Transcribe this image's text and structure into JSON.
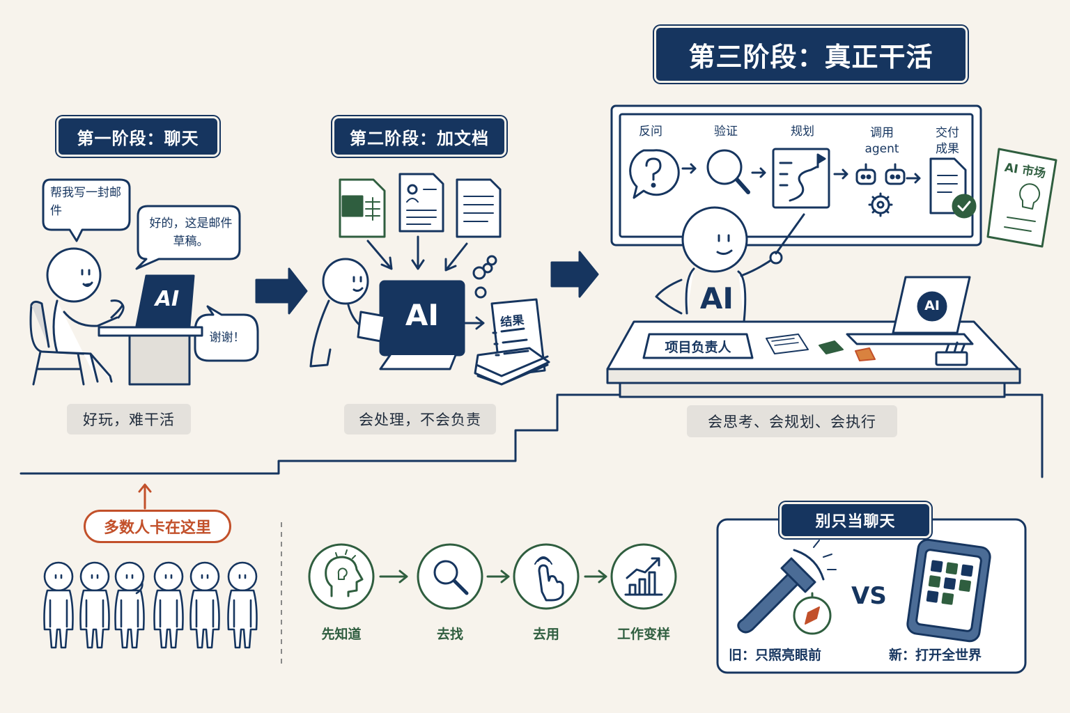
{
  "stage1": {
    "title": "第一阶段：聊天",
    "bubble_user": "帮我写一封邮件",
    "bubble_ai": "好的，这是邮件草稿。",
    "bubble_thanks": "谢谢！",
    "laptop_label": "AI",
    "caption": "好玩，难干活"
  },
  "stage2": {
    "title": "第二阶段：加文档",
    "monitor_label": "AI",
    "result_label": "结果",
    "caption": "会处理，不会负责"
  },
  "stage3": {
    "title": "第三阶段：真正干活",
    "steps": [
      {
        "label": "反问",
        "icon": "question-icon"
      },
      {
        "label": "验证",
        "icon": "magnifier-icon"
      },
      {
        "label": "规划",
        "icon": "route-plan-icon"
      },
      {
        "label": "调用agent",
        "line1": "调用",
        "line2": "agent",
        "icon": "robot-gear-icon"
      },
      {
        "label": "交付成果",
        "line1": "交付",
        "line2": "成果",
        "icon": "document-check-icon"
      }
    ],
    "market_label": "AI 市场",
    "shirt_label": "AI",
    "laptop_label": "AI",
    "nameplate": "项目负责人",
    "caption": "会思考、会规划、会执行"
  },
  "stuck": {
    "label": "多数人卡在这里"
  },
  "path": {
    "steps": [
      {
        "label": "先知道",
        "icon": "lightbulb-head-icon"
      },
      {
        "label": "去找",
        "icon": "magnifier-icon"
      },
      {
        "label": "去用",
        "icon": "pointing-hand-icon"
      },
      {
        "label": "工作变样",
        "icon": "growth-chart-icon"
      }
    ]
  },
  "compare": {
    "title": "别只当聊天",
    "vs": "VS",
    "old_label": "旧：只照亮眼前",
    "new_label": "新：打开全世界"
  },
  "colors": {
    "navy": "#16355f",
    "green": "#2f5e3f",
    "orange": "#c2502a",
    "background": "#f7f3ec",
    "caption_bg": "#e4e1dc"
  }
}
